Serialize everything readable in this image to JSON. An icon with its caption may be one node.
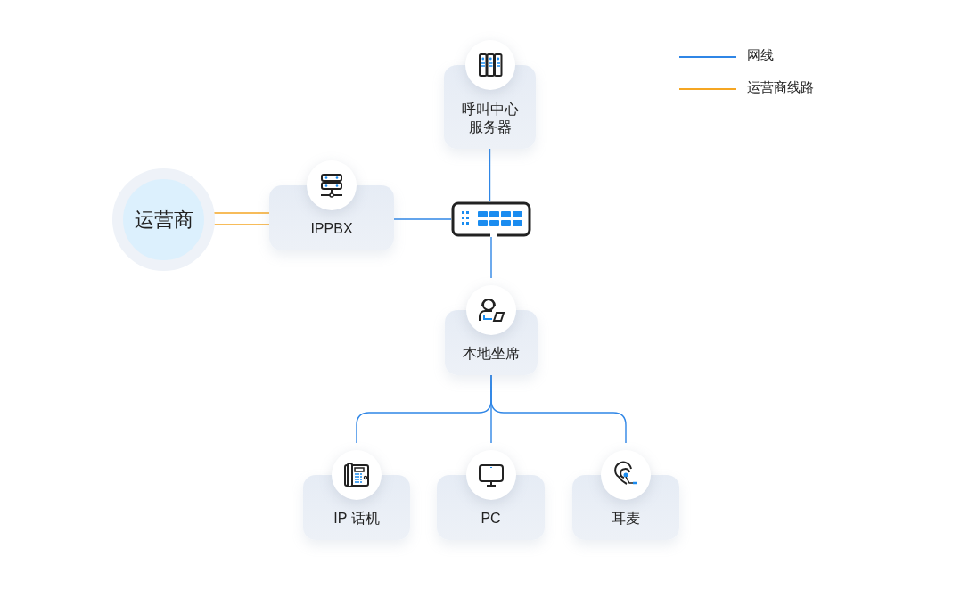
{
  "diagram": {
    "nodes": [
      {
        "text": [
          "运营商"
        ]
      },
      {
        "text": [
          "IPPBX"
        ]
      },
      {
        "text": [
          "呼叫中心服务器"
        ]
      },
      {
        "text": [],
        "shape": "box"
      },
      {
        "text": [
          "本地坐席"
        ]
      },
      {
        "text": [
          "IP 话机"
        ]
      },
      {
        "text": [
          "PC"
        ]
      },
      {
        "text": [
          "耳麦"
        ]
      }
    ],
    "edges": [
      {
        "from": 0,
        "to": 1,
        "arrow": "none",
        "color": "#f5a623"
      },
      {
        "from": 0,
        "to": 1,
        "arrow": "none",
        "color": "#f5a623"
      },
      {
        "from": 1,
        "to": 3,
        "arrow": "none"
      },
      {
        "from": 2,
        "to": 3,
        "arrow": "none"
      },
      {
        "from": 3,
        "to": 4,
        "arrow": "none"
      },
      {
        "from": 4,
        "to": 5,
        "arrow": "none"
      },
      {
        "from": 4,
        "to": 6,
        "arrow": "none"
      },
      {
        "from": 4,
        "to": 7,
        "arrow": "none"
      }
    ],
    "legend": [
      {
        "text": "网线"
      },
      {
        "text": "运营商线路"
      }
    ]
  }
}
